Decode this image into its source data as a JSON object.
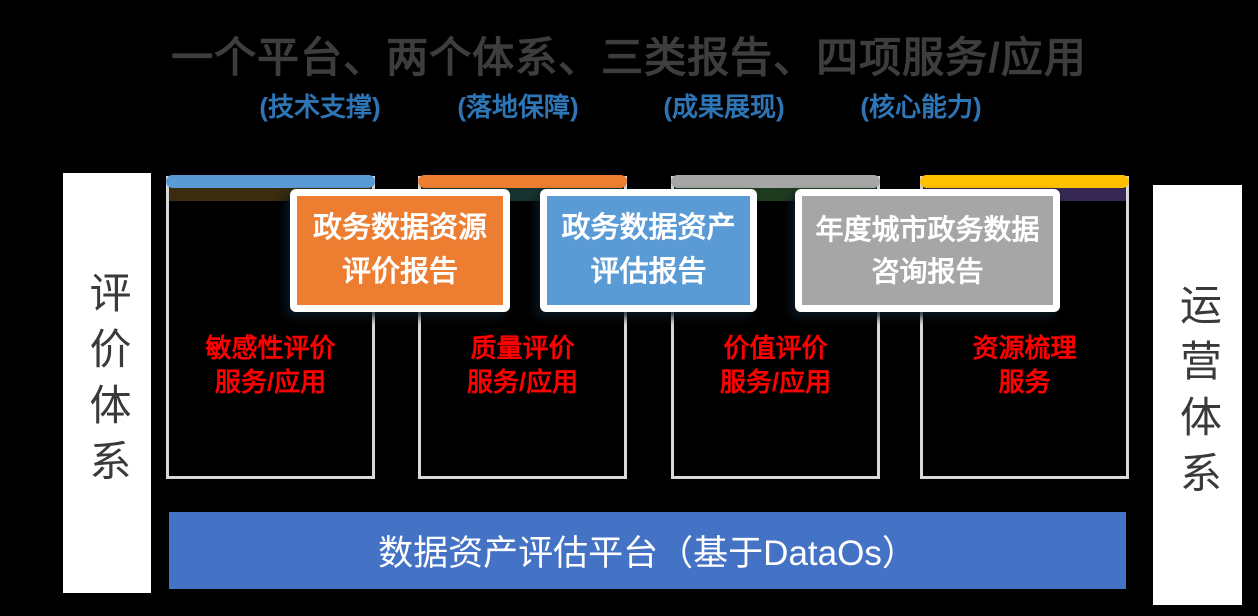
{
  "title": {
    "text": "一个平台、两个体系、三类报告、四项服务/应用",
    "color": "#3d3d3d"
  },
  "subtitle_color": "#2e75b6",
  "subtitles": [
    {
      "text": "(技术支撑)"
    },
    {
      "text": "(落地保障)"
    },
    {
      "text": "(成果展现)"
    },
    {
      "text": "(核心能力)"
    }
  ],
  "side_bars": {
    "left": {
      "text": "评价体系"
    },
    "right": {
      "text": "运营体系"
    }
  },
  "columns": [
    {
      "bar_color": "#5b9bd5",
      "strip_color": "#3a2c0e",
      "service": {
        "line1": "敏感性评价",
        "line2": "服务/应用"
      }
    },
    {
      "bar_color": "#ed7d31",
      "strip_color": "#17332f",
      "service": {
        "line1": "质量评价",
        "line2": "服务/应用"
      }
    },
    {
      "bar_color": "#a6a6a6",
      "strip_color": "#1e3b1e",
      "service": {
        "line1": "价值评价",
        "line2": "服务/应用"
      }
    },
    {
      "bar_color": "#ffc000",
      "strip_color": "#352852",
      "service": {
        "line1": "资源梳理",
        "line2": "服务"
      }
    }
  ],
  "service_color": "#ff0000",
  "reports": [
    {
      "fill": "#ed7d31",
      "line1": "政务数据资源",
      "line2": "评价报告"
    },
    {
      "fill": "#5b9bd5",
      "line1": "政务数据资产",
      "line2": "评估报告"
    },
    {
      "fill": "#a6a6a6",
      "line1": "年度城市政务数据",
      "line2": "咨询报告"
    }
  ],
  "platform": {
    "fill": "#4472c4",
    "text": "数据资产评估平台（基于DataOs）"
  }
}
